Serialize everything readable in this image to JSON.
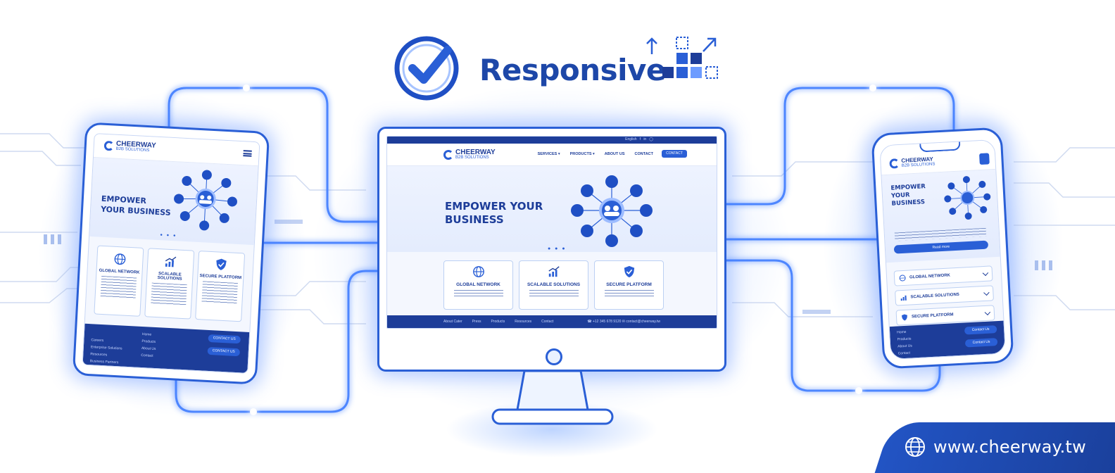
{
  "title": {
    "text": "Responsive"
  },
  "brand": {
    "name": "CHEERWAY",
    "subtitle": "B2B SOLUTIONS",
    "primary_color": "#2a5fd6",
    "dark_color": "#1d3d99"
  },
  "desktop": {
    "topbar": [
      "English",
      "f",
      "in",
      "◯"
    ],
    "nav": [
      "SERVICES ▾",
      "PRODUCTS ▾",
      "ABOUT US",
      "CONTACT"
    ],
    "nav_button": "CONTACT",
    "hero_title": "EMPOWER YOUR BUSINESS",
    "cards": [
      {
        "title": "GLOBAL NETWORK",
        "icon": "globe-icon"
      },
      {
        "title": "SCALABLE SOLUTIONS",
        "icon": "growth-chart-icon"
      },
      {
        "title": "SECURE PLATFORM",
        "icon": "shield-check-icon"
      }
    ],
    "footer_links": [
      "About Cater",
      "Press",
      "Products",
      "Resources",
      "Contact"
    ],
    "footer_right": "☎ +12 345 678 9120   ✉ contact@cheerway.tw"
  },
  "tablet": {
    "hero_title": "EMPOWER YOUR BUSINESS",
    "cards": [
      {
        "title": "GLOBAL NETWORK",
        "icon": "globe-icon"
      },
      {
        "title": "SCALABLE SOLUTIONS",
        "icon": "growth-chart-icon"
      },
      {
        "title": "SECURE PLATFORM",
        "icon": "shield-check-icon"
      }
    ],
    "footer_col1": [
      "Careers",
      "Enterprise Solutions",
      "Resources",
      "Business Partners"
    ],
    "footer_col2": [
      "Home",
      "Products",
      "About Us",
      "Contact"
    ],
    "footer_buttons": [
      "CONTACT US",
      "CONTACT US"
    ]
  },
  "phone": {
    "hero_title": "EMPOWER YOUR BUSINESS",
    "read_more": "Read more",
    "accordion": [
      {
        "title": "GLOBAL NETWORK",
        "icon": "globe-icon"
      },
      {
        "title": "SCALABLE SOLUTIONS",
        "icon": "growth-chart-icon"
      },
      {
        "title": "SECURE PLATFORM",
        "icon": "shield-check-icon"
      }
    ],
    "footer_links": [
      "Home",
      "Products",
      "About Us",
      "Contact"
    ],
    "footer_buttons": [
      "Contact Us",
      "Contact Us"
    ]
  },
  "website": {
    "url": "www.cheerway.tw",
    "icon": "globe-icon"
  }
}
